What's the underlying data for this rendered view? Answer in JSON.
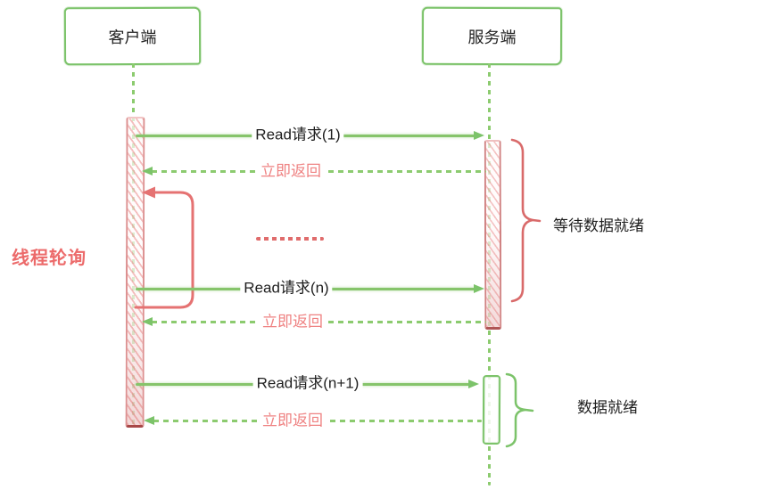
{
  "colors": {
    "green": "#7cc36a",
    "green_dash": "#8ccb6f",
    "red": "#e06c6c",
    "red_dark": "#a84848",
    "pink_text": "#ef8282",
    "text_black": "#1f1f1f"
  },
  "actors": {
    "client": "客户端",
    "server": "服务端"
  },
  "messages": {
    "read1": "Read请求(1)",
    "return1": "立即返回",
    "readn": "Read请求(n)",
    "return2": "立即返回",
    "readn1": "Read请求(n+1)",
    "return3": "立即返回"
  },
  "annotations": {
    "thread_polling": "线程轮询",
    "waiting_ready": "等待数据就绪",
    "data_ready": "数据就绪"
  }
}
